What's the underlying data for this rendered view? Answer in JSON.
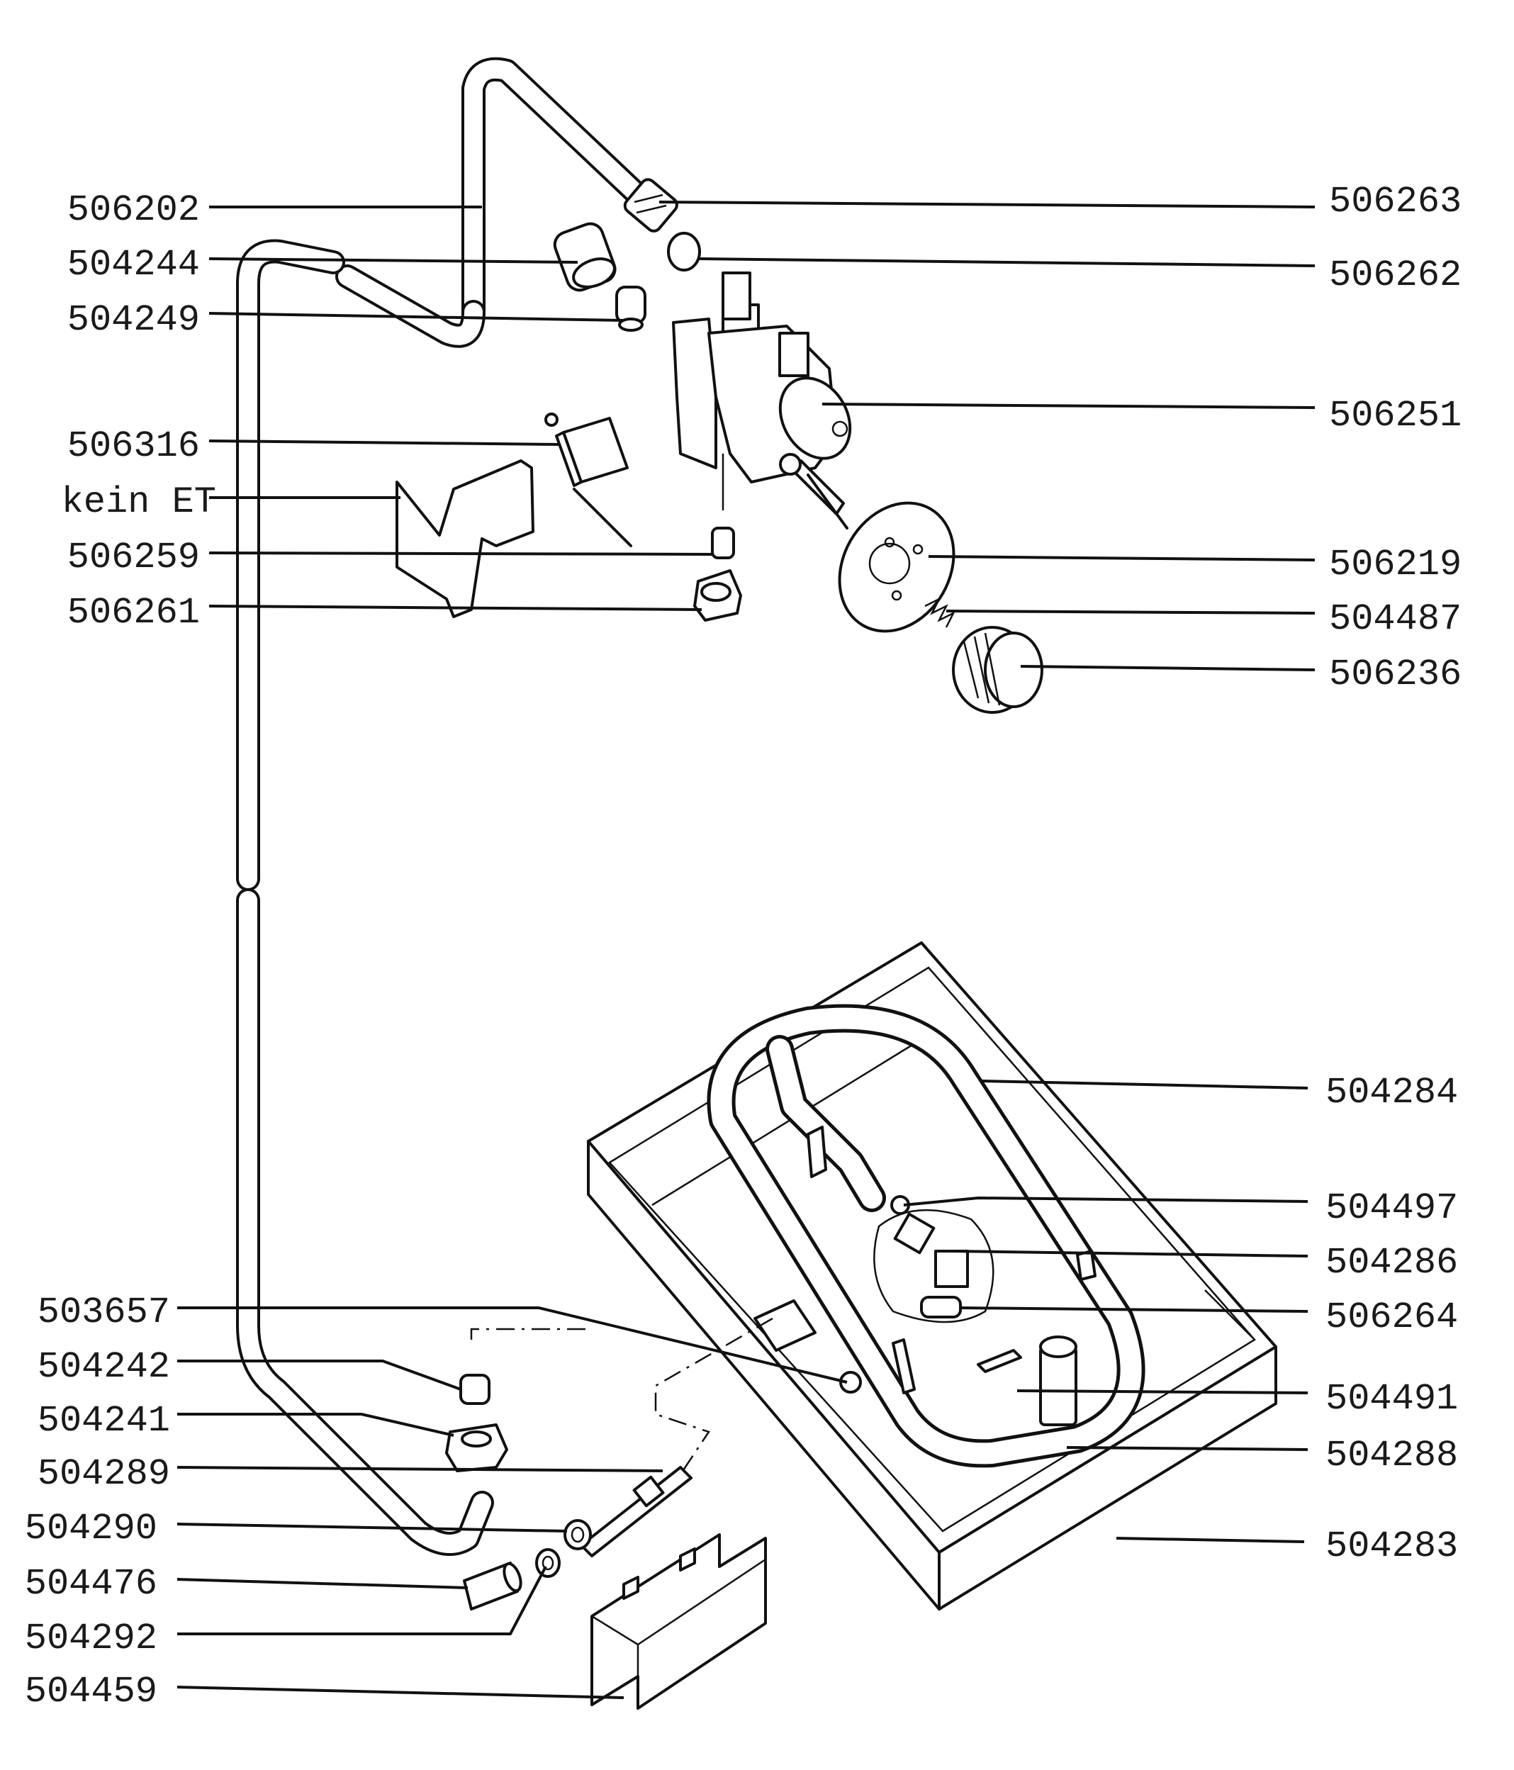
{
  "callouts_left": [
    {
      "id": "506202"
    },
    {
      "id": "504244"
    },
    {
      "id": "504249"
    },
    {
      "id": "506316"
    },
    {
      "id": "kein ET"
    },
    {
      "id": "506259"
    },
    {
      "id": "506261"
    },
    {
      "id": "503657"
    },
    {
      "id": "504242"
    },
    {
      "id": "504241"
    },
    {
      "id": "504289"
    },
    {
      "id": "504290"
    },
    {
      "id": "504476"
    },
    {
      "id": "504292"
    },
    {
      "id": "504459"
    }
  ],
  "callouts_right": [
    {
      "id": "506263"
    },
    {
      "id": "506262"
    },
    {
      "id": "506251"
    },
    {
      "id": "506219"
    },
    {
      "id": "504487"
    },
    {
      "id": "506236"
    },
    {
      "id": "504284"
    },
    {
      "id": "504497"
    },
    {
      "id": "504286"
    },
    {
      "id": "506264"
    },
    {
      "id": "504491"
    },
    {
      "id": "504288"
    },
    {
      "id": "504283"
    }
  ]
}
